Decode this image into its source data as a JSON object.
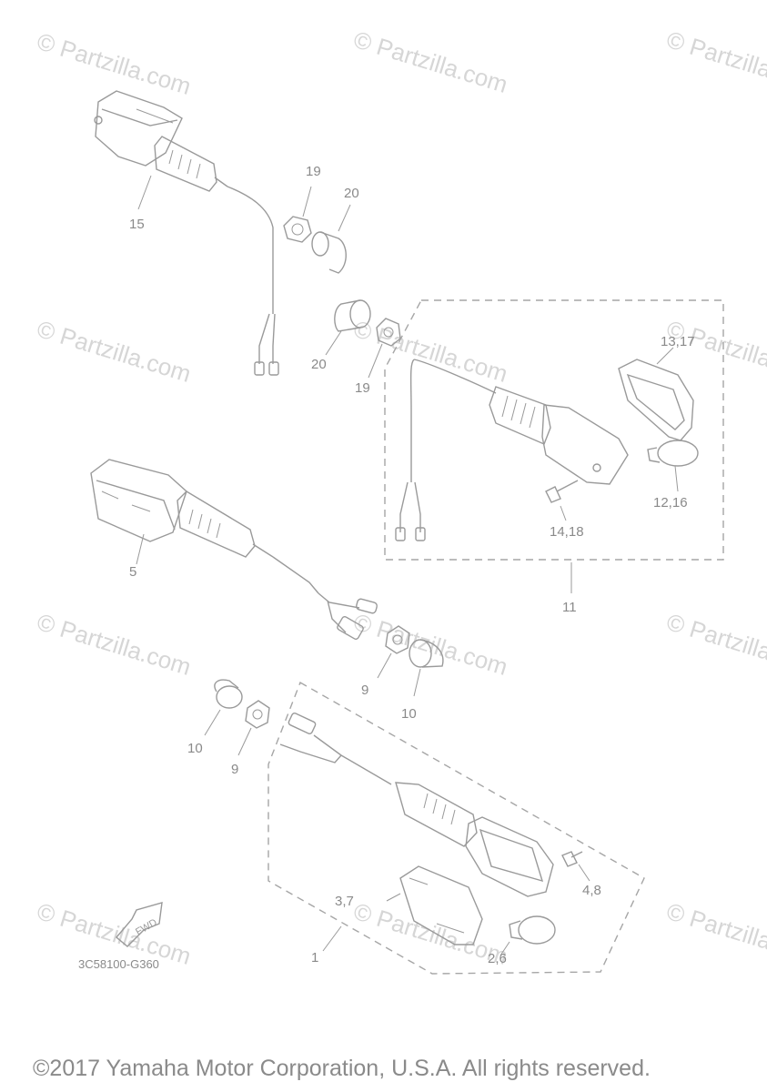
{
  "watermark": "© Partzilla.com",
  "diagram_code": "3C58100-G360",
  "copyright": "©2017 Yamaha Motor Corporation, U.S.A. All rights reserved.",
  "fwd_label": "FWD",
  "labels": {
    "p15": "15",
    "p19a": "19",
    "p20a": "20",
    "p20b": "20",
    "p19b": "19",
    "p13_17": "13,17",
    "p12_16": "12,16",
    "p14_18": "14,18",
    "p11": "11",
    "p5": "5",
    "p9a": "9",
    "p10a": "10",
    "p10b": "10",
    "p9b": "9",
    "p4_8": "4,8",
    "p3_7": "3,7",
    "p2_6": "2,6",
    "p1": "1"
  }
}
